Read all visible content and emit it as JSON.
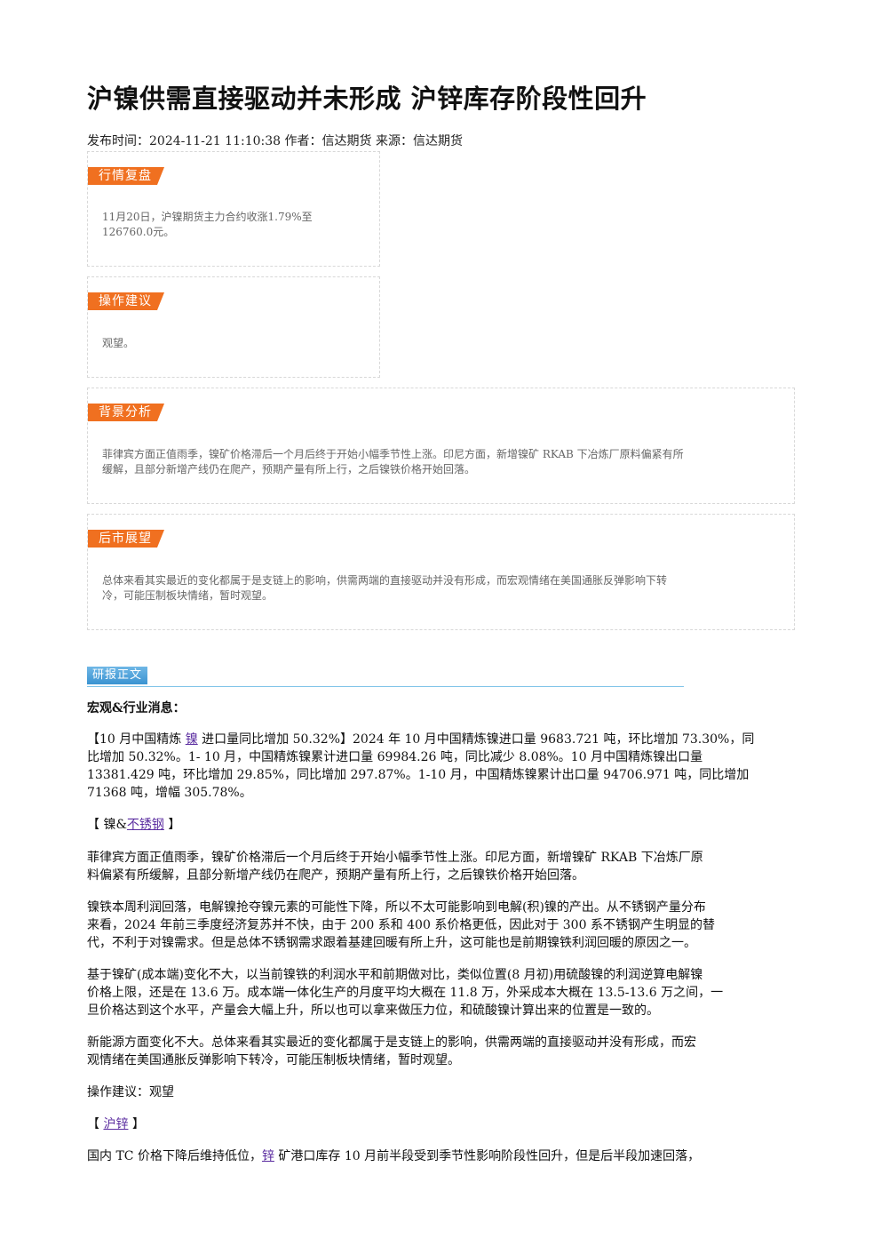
{
  "article": {
    "title": "沪镍供需直接驱动并未形成 沪锌库存阶段性回升",
    "meta": "发布时间：2024-11-21 11:10:38 作者：信达期货 来源：信达期货"
  },
  "boxes": {
    "market_review": {
      "tag": "行情复盘",
      "line1": "11月20日，沪镍期货主力合约收涨1.79%至",
      "line2": "126760.0元。"
    },
    "operation": {
      "tag": "操作建议",
      "text": "观望。"
    },
    "background": {
      "tag": "背景分析",
      "line1": "菲律宾方面正值雨季，镍矿价格滞后一个月后终于开始小幅季节性上涨。印尼方面，新增镍矿 RKAB 下冶炼厂原料偏紧有所",
      "line2": "缓解，且部分新增产线仍在爬产，预期产量有所上行，之后镍铁价格开始回落。"
    },
    "outlook": {
      "tag": "后市展望",
      "line1": "总体来看其实最近的变化都属于是支链上的影响，供需两端的直接驱动并没有形成，而宏观情绪在美国通胀反弹影响下转",
      "line2": "冷，可能压制板块情绪，暂时观望。"
    }
  },
  "report": {
    "section_label": "研报正文",
    "macro_heading": "宏观&行业消息：",
    "p1_l1_a": "【10 月中国精炼 ",
    "p1_l1_link": "镍",
    "p1_l1_b": " 进口量同比增加 50.32%】2024 年 10 月中国精炼镍进口量 9683.721 吨，环比增加 73.30%，同",
    "p1_l2": "比增加 50.32%。1- 10 月，中国精炼镍累计进口量 69984.26 吨，同比减少 8.08%。10 月中国精炼镍出口量",
    "p1_l3": "13381.429 吨，环比增加 29.85%，同比增加 297.87%。1-10 月，中国精炼镍累计出口量 94706.971 吨，同比增加",
    "p1_l4": "71368 吨，增幅 305.78%。",
    "p2_a": "【 镍&",
    "p2_link": "不锈钢",
    "p2_b": " 】",
    "p3_l1": "菲律宾方面正值雨季，镍矿价格滞后一个月后终于开始小幅季节性上涨。印尼方面，新增镍矿 RKAB 下冶炼厂原",
    "p3_l2": "料偏紧有所缓解，且部分新增产线仍在爬产，预期产量有所上行，之后镍铁价格开始回落。",
    "p4_l1": "镍铁本周利润回落，电解镍抢夺镍元素的可能性下降，所以不太可能影响到电解(积)镍的产出。从不锈钢产量分布",
    "p4_l2": "来看，2024 年前三季度经济复苏并不快，由于 200 系和 400 系价格更低，因此对于 300 系不锈钢产生明显的替",
    "p4_l3": "代，不利于对镍需求。但是总体不锈钢需求跟着基建回暖有所上升，这可能也是前期镍铁利润回暖的原因之一。",
    "p5_l1": "基于镍矿(成本端)变化不大，以当前镍铁的利润水平和前期做对比，类似位置(8 月初)用硫酸镍的利润逆算电解镍",
    "p5_l2": "价格上限，还是在 13.6 万。成本端一体化生产的月度平均大概在 11.8 万，外采成本大概在 13.5-13.6 万之间，一",
    "p5_l3": "旦价格达到这个水平，产量会大幅上升，所以也可以拿来做压力位，和硫酸镍计算出来的位置是一致的。",
    "p6_l1": "新能源方面变化不大。总体来看其实最近的变化都属于是支链上的影响，供需两端的直接驱动并没有形成，而宏",
    "p6_l2": "观情绪在美国通胀反弹影响下转冷，可能压制板块情绪，暂时观望。",
    "p7": "操作建议：观望",
    "p8_a": "【 ",
    "p8_link": "沪锌",
    "p8_b": " 】",
    "p9_a": "国内 TC 价格下降后维持低位，",
    "p9_link": "锌",
    "p9_b": " 矿港口库存 10 月前半段受到季节性影响阶段性回升，但是后半段加速回落，"
  }
}
